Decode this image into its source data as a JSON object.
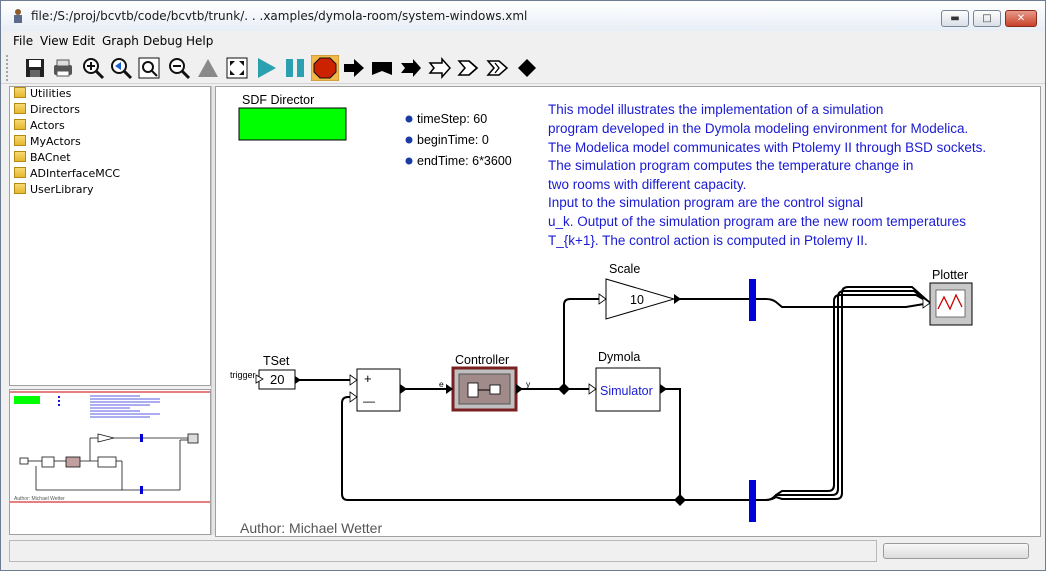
{
  "window": {
    "title": "file:/S:/proj/bcvtb/code/bcvtb/trunk/. . .xamples/dymola-room/system-windows.xml",
    "minimize_label": "▬",
    "maximize_label": "□",
    "close_label": "✕"
  },
  "menu": {
    "items": [
      "File",
      "View",
      "Edit",
      "Graph",
      "Debug",
      "Help"
    ]
  },
  "toolbar": {
    "buttons": [
      "save-icon",
      "print-icon",
      "zoom-in-icon",
      "zoom-reset-icon",
      "zoom-fit-icon",
      "zoom-out-icon",
      "triangle-icon",
      "full-screen-icon",
      "run-icon",
      "pause-icon",
      "stop-icon",
      "arrow-icon",
      "flag-icon",
      "arrow-solid-icon",
      "arrow-outline-icon",
      "double-arrow-outline-icon",
      "triple-arrow-outline-icon",
      "diamond-icon"
    ],
    "accent_stop": "#cc2200",
    "accent_run": "#2aa0b0"
  },
  "library": {
    "items": [
      "Utilities",
      "Directors",
      "Actors",
      "MyActors",
      "BACnet",
      "ADInterfaceMCC",
      "UserLibrary"
    ]
  },
  "overview": {
    "author": "Author: Michael Wetter"
  },
  "canvas": {
    "director_label": "SDF Director",
    "director_color": "#00ff00",
    "params": [
      "timeStep: 60",
      "beginTime: 0",
      "endTime: 6*3600"
    ],
    "description": [
      "This model illustrates the implementation of a simulation",
      "program developed in the Dymola modeling environment for Modelica.",
      "The Modelica model communicates with Ptolemy II through BSD sockets.",
      "The simulation program computes the temperature change in",
      "two rooms with different capacity.",
      "Input to the simulation program are the control signal",
      "u_k. Output of the simulation program are the new room temperatures",
      "T_{k+1}. The control action is computed in Ptolemy II."
    ],
    "description_color": "#1a1ad4",
    "tset": {
      "label": "TSet",
      "value": "20",
      "port": "trigger"
    },
    "adder": {
      "plus": "+",
      "minus": "—"
    },
    "controller": {
      "label": "Controller",
      "in_port": "e",
      "out_port": "y"
    },
    "scale": {
      "label": "Scale",
      "value": "10"
    },
    "dymola": {
      "label": "Dymola",
      "text": "Simulator"
    },
    "plotter": {
      "label": "Plotter"
    },
    "author": "Author: Michael Wetter"
  }
}
